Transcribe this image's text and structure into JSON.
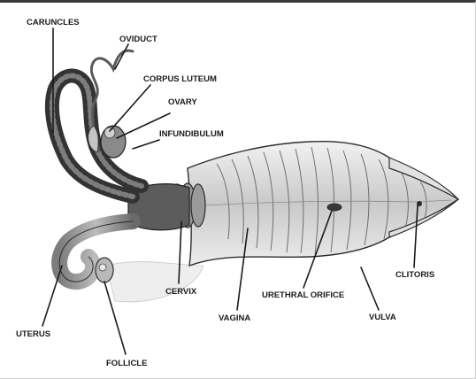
{
  "labels": {
    "caruncles": "CARUNCLES",
    "oviduct": "OVIDUCT",
    "corpus_luteum": "CORPUS LUTEUM",
    "ovary": "OVARY",
    "infundibulum": "INFUNDIBULUM",
    "clitoris": "CLITORIS",
    "cervix": "CERVIX",
    "urethral_orifice": "URETHRAL ORIFICE",
    "vulva": "VULVA",
    "vagina": "VAGINA",
    "uterus": "UTERUS",
    "follicle": "FOLLICLE"
  },
  "colors": {
    "ink": "#1a1a1a",
    "tissue_dark": "#3c3c3c",
    "tissue_mid": "#8a8a8a",
    "tissue_light": "#d6d6d6",
    "frame": "#3a3a3a"
  }
}
